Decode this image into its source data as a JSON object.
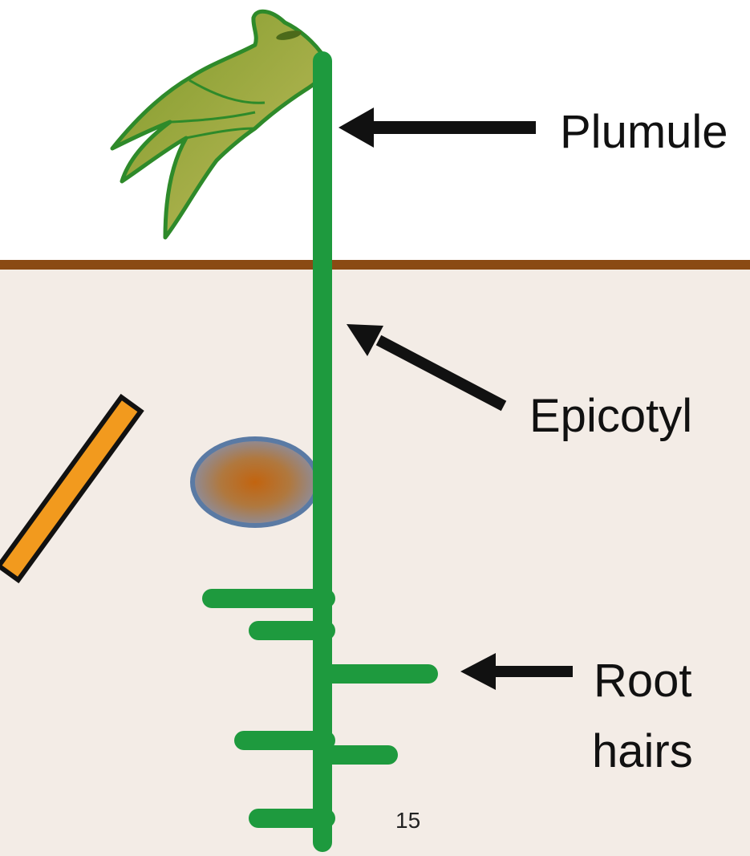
{
  "labels": {
    "plumule": "Plumule",
    "epicotyl": "Epicotyl",
    "root_hairs_line1": "Root",
    "root_hairs_line2": "hairs"
  },
  "page_number": "15",
  "colors": {
    "sky": "#ffffff",
    "soil": "#f3ece6",
    "soil_line": "#8a4a14",
    "stem": "#1e9a3e",
    "plumule_fill": "#9aaa3a",
    "plumule_outline": "#2e8a2a",
    "seed_center": "#c06a1a",
    "seed_edge": "#8f8a96",
    "seed_outline": "#5a7aa4",
    "stick_fill": "#f29a1e",
    "stick_outline": "#111111",
    "arrow": "#111111"
  }
}
